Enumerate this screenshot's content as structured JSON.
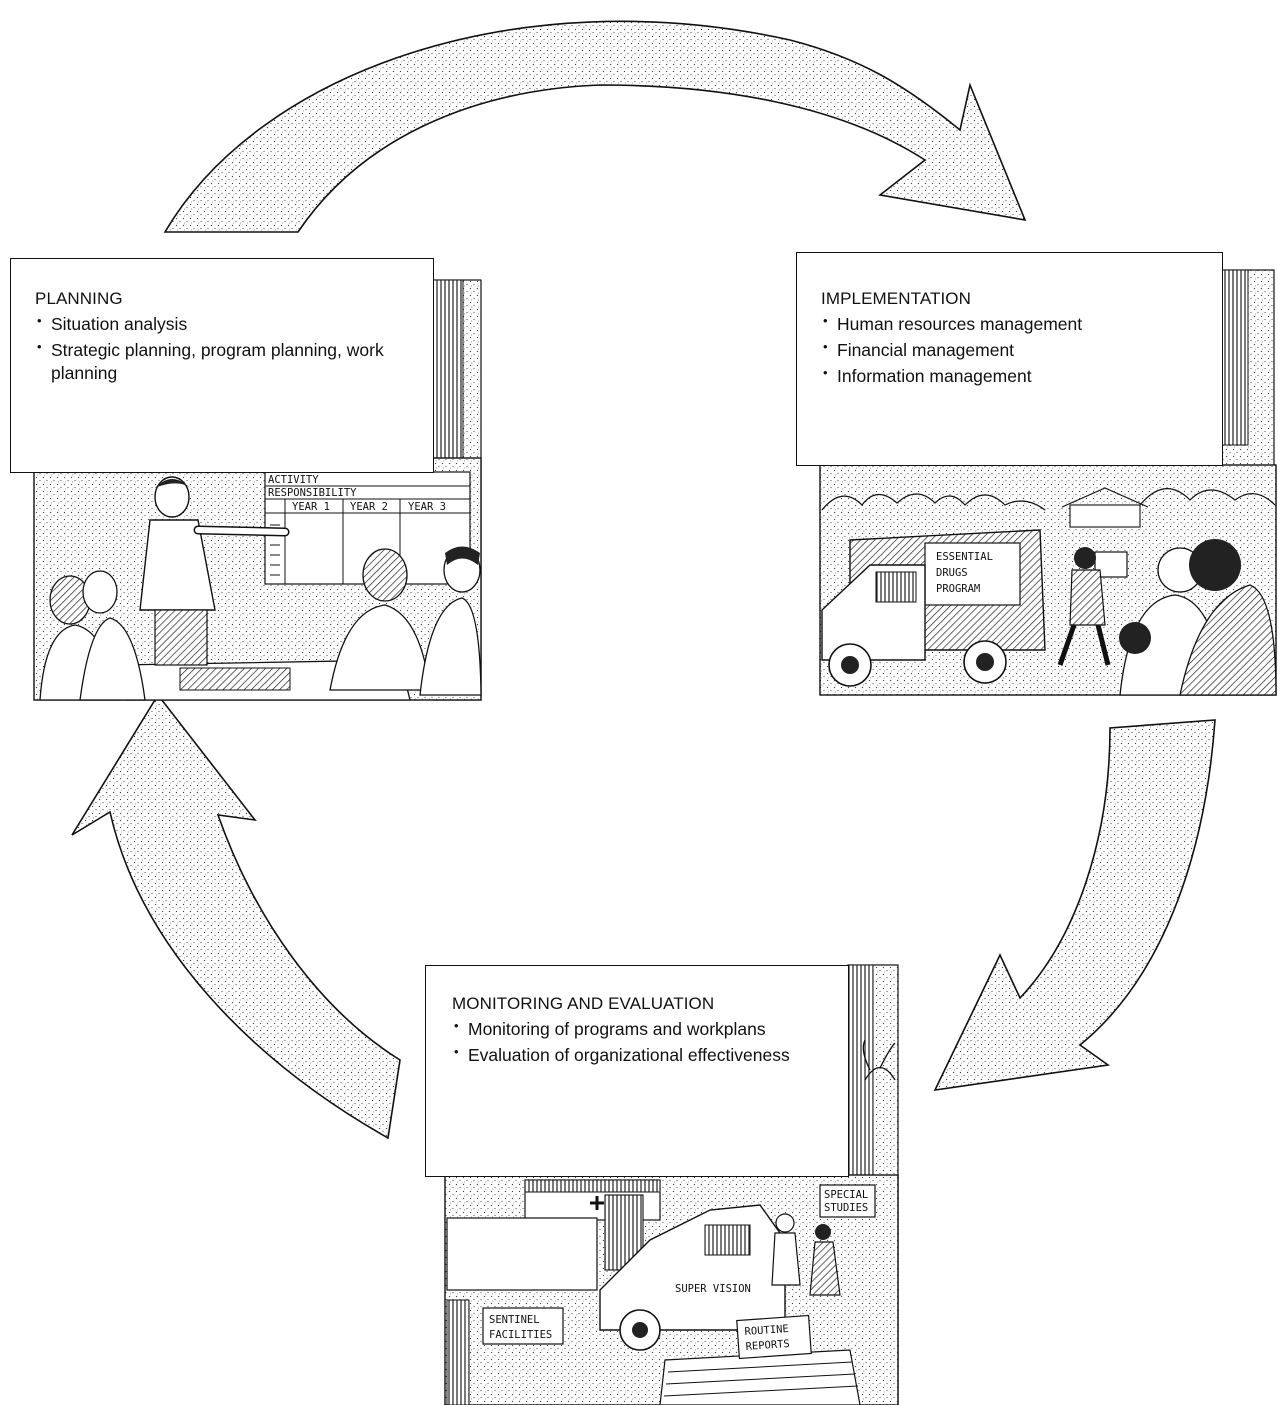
{
  "planning": {
    "title": "PLANNING",
    "items": [
      "Situation analysis",
      "Strategic planning, program planning, work planning"
    ],
    "chart": {
      "activity": "ACTIVITY",
      "responsibility": "RESPONSIBILITY",
      "year1": "YEAR 1",
      "year2": "YEAR 2",
      "year3": "YEAR 3"
    }
  },
  "implementation": {
    "title": "IMPLEMENTATION",
    "items": [
      "Human resources management",
      "Financial management",
      "Information management"
    ],
    "truck_sign": [
      "ESSENTIAL",
      "DRUGS",
      "PROGRAM"
    ]
  },
  "monitoring": {
    "title": "MONITORING AND EVALUATION",
    "items": [
      "Monitoring of programs and workplans",
      "Evaluation of organizational effectiveness"
    ],
    "signs": {
      "special_studies": [
        "SPECIAL",
        "STUDIES"
      ],
      "supervision": "SUPER VISION",
      "sentinel": [
        "SENTINEL",
        "FACILITIES"
      ],
      "routine": [
        "ROUTINE",
        "REPORTS"
      ]
    }
  }
}
